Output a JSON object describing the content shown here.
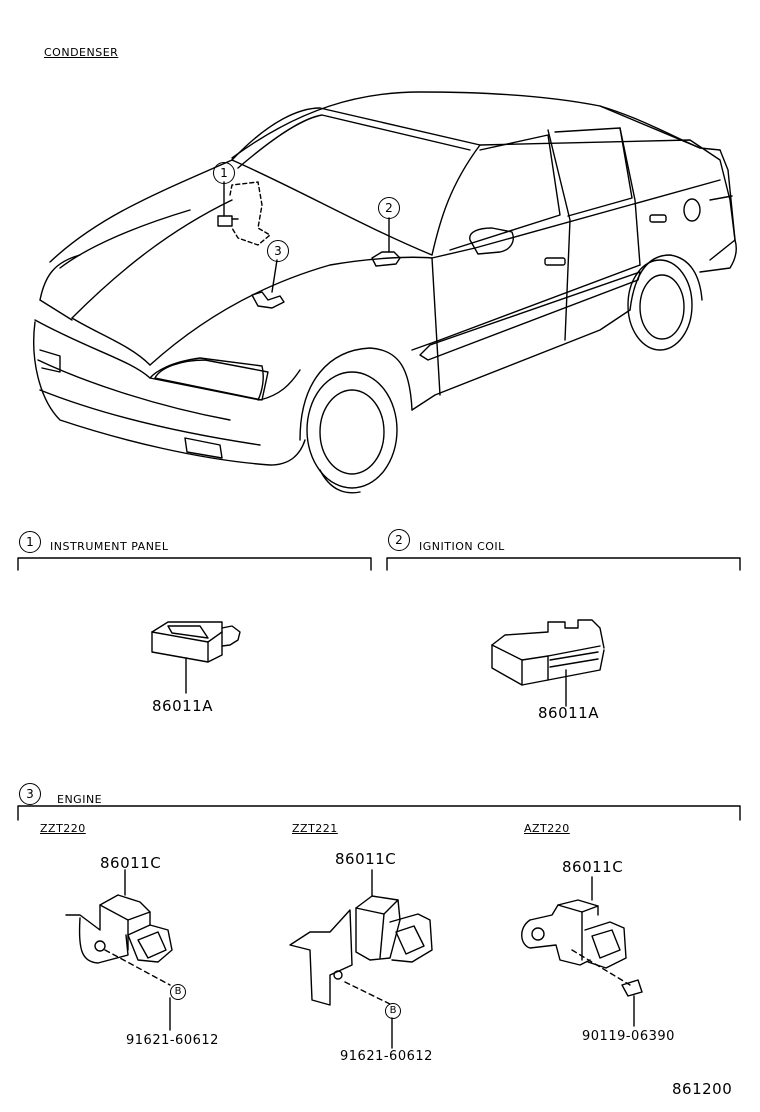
{
  "header": {
    "title": "CONDENSER"
  },
  "callouts": {
    "c1": "1",
    "c2": "2",
    "c3": "3"
  },
  "sections": {
    "s1": {
      "num": "1",
      "label": "INSTRUMENT PANEL",
      "part": "86011A"
    },
    "s2": {
      "num": "2",
      "label": "IGNITION COIL",
      "part": "86011A"
    },
    "s3": {
      "num": "3",
      "label": "ENGINE",
      "variants": [
        {
          "model": "ZZT220",
          "part": "86011C",
          "bolt_ref": "B",
          "bolt": "91621-60612"
        },
        {
          "model": "ZZT221",
          "part": "86011C",
          "bolt_ref": "B",
          "bolt": "91621-60612"
        },
        {
          "model": "AZT220",
          "part": "86011C",
          "bolt": "90119-06390"
        }
      ]
    }
  },
  "footer": {
    "figure_number": "861200"
  }
}
